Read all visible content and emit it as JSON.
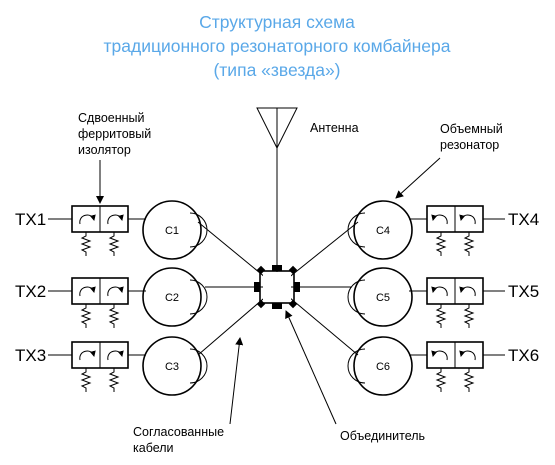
{
  "title": {
    "line1": "Структурная схема",
    "line2": "традиционного резонаторного комбайнера",
    "line3": "(типа «звезда»)"
  },
  "labels": {
    "antenna": "Антенна",
    "isolator_line1": "Сдвоенный",
    "isolator_line2": "ферритовый",
    "isolator_line3": "изолятор",
    "resonator_line1": "Объемный",
    "resonator_line2": "резонатор",
    "cables_line1": "Согласованные",
    "cables_line2": "кабели",
    "combiner": "Объединитель"
  },
  "transmitters": {
    "tx1": "TX1",
    "tx2": "TX2",
    "tx3": "TX3",
    "tx4": "TX4",
    "tx5": "TX5",
    "tx6": "TX6"
  },
  "cavities": {
    "c1": "C1",
    "c2": "C2",
    "c3": "C3",
    "c4": "C4",
    "c5": "C5",
    "c6": "C6"
  },
  "colors": {
    "title": "#5aa8e8",
    "lines": "#000000"
  }
}
